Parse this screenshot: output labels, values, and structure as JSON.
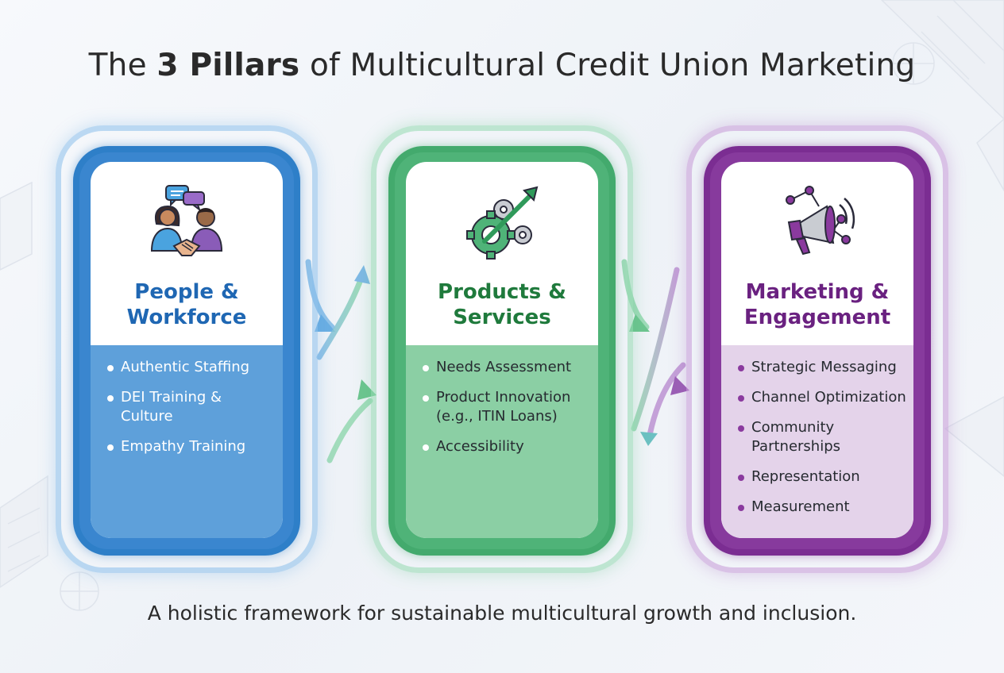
{
  "title": {
    "prefix": "The ",
    "bold": "3 Pillars",
    "suffix": " of Multicultural Credit Union Marketing"
  },
  "colors": {
    "people": "#2e7fc8",
    "products": "#43aa6d",
    "marketing": "#7b2d92"
  },
  "pillars": [
    {
      "icon": "people-handshake-chat-icon",
      "heading_line1": "People &",
      "heading_line2": "Workforce",
      "items": [
        "Authentic Staffing",
        "DEI Training & Culture",
        "Empathy Training"
      ]
    },
    {
      "icon": "gears-growth-arrow-icon",
      "heading_line1": "Products &",
      "heading_line2": "Services",
      "items": [
        "Needs Assessment",
        "Product Innovation (e.g., ITIN Loans)",
        "Accessibility"
      ]
    },
    {
      "icon": "megaphone-network-icon",
      "heading_line1": "Marketing &",
      "heading_line2": "Engagement",
      "items": [
        "Strategic Messaging",
        "Channel Optimization",
        "Community Partnerships",
        "Representation",
        "Measurement"
      ]
    }
  ],
  "footer": "A holistic framework for sustainable multicultural growth and inclusion."
}
